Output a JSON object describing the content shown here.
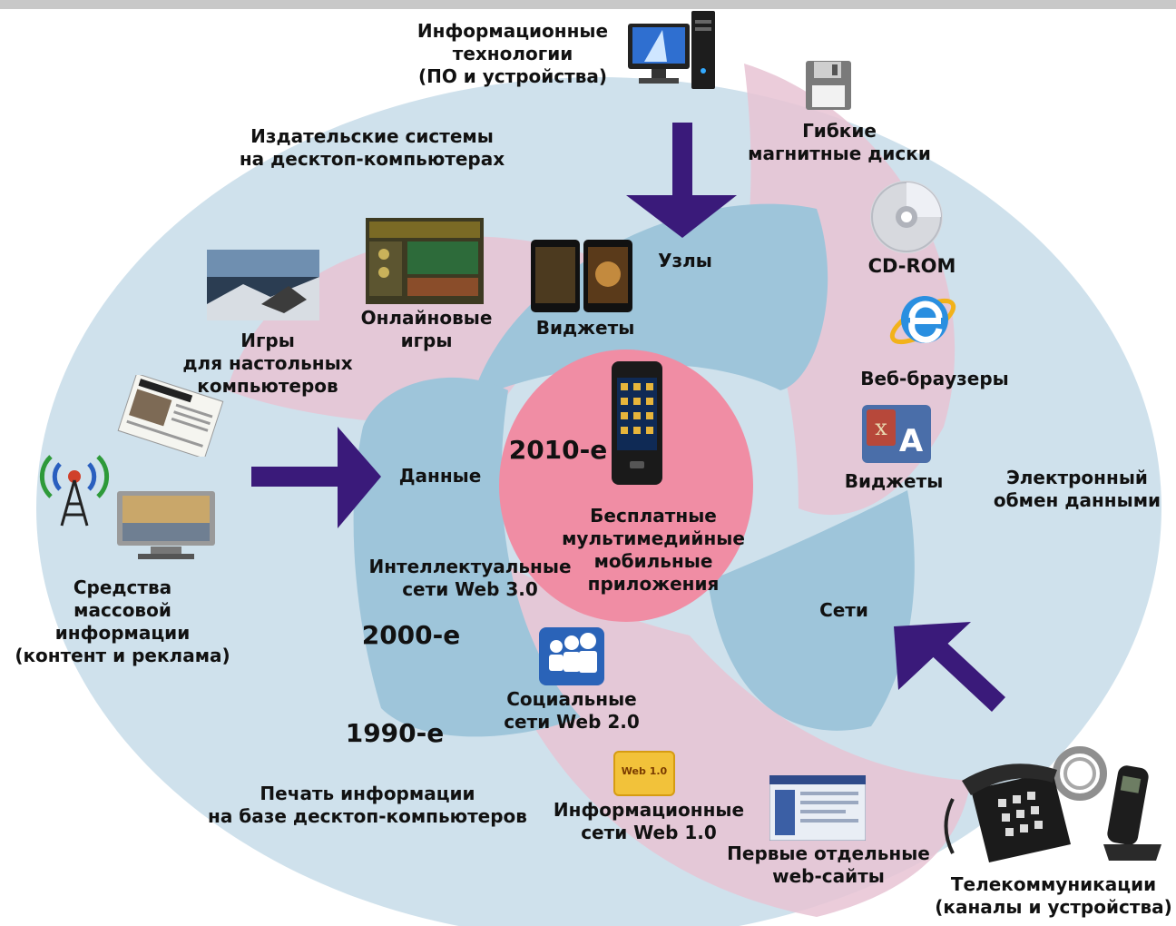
{
  "colors": {
    "outer_circle": "#cfe1ec",
    "blue_petal": "#9ec5da",
    "pink_petal": "#e7c3d3",
    "center": "#f08da4",
    "arrow": "#3a1a7a"
  },
  "center": {
    "decade": "2010-е",
    "lines": [
      "Бесплатные",
      "мультимедийные",
      "мобильные",
      "приложения"
    ]
  },
  "decades": {
    "d2000": "2000-е",
    "d1990": "1990-е"
  },
  "outer_sources": {
    "it": [
      "Информационные",
      "технологии",
      "(ПО и устройства)"
    ],
    "media": [
      "Средства",
      "массовой",
      "информации",
      "(контент и реклама)"
    ],
    "telecom": [
      "Телекоммуникации",
      "(каналы и устройства)"
    ]
  },
  "labels": {
    "desktop_publishing": [
      "Издательские системы",
      "на десктоп-компьютерах"
    ],
    "floppy": [
      "Гибкие",
      "магнитные диски"
    ],
    "cdrom": "CD-ROM",
    "browsers": "Веб-браузеры",
    "widgets_right": "Виджеты",
    "edi": [
      "Электронный",
      "обмен данными"
    ],
    "nodes": "Узлы",
    "widgets_top": "Виджеты",
    "online_games": [
      "Онлайновые",
      "игры"
    ],
    "desktop_games": [
      "Игры",
      "для настольных",
      "компьютеров"
    ],
    "data": "Данные",
    "web30": [
      "Интеллектуальные",
      "сети Web 3.0"
    ],
    "networks": "Сети",
    "web20": [
      "Социальные",
      "сети Web 2.0"
    ],
    "print": [
      "Печать информации",
      "на базе десктоп-компьютеров"
    ],
    "web10": [
      "Информационные",
      "сети Web 1.0"
    ],
    "first_sites": [
      "Первые отдельные",
      "web-сайты"
    ],
    "web10_badge": "Web 1.0"
  },
  "icons": [
    "desktop-computer-icon",
    "floppy-disk-icon",
    "cd-rom-icon",
    "ie-browser-icon",
    "widget-app-icon",
    "game-screenshot-icon",
    "online-game-icon",
    "smartphone-widgets-icon",
    "newspaper-icon",
    "radio-tower-icon",
    "tv-monitor-icon",
    "mobile-phone-icon",
    "myspace-icon",
    "web10-badge-icon",
    "website-screenshot-icon",
    "telephone-icon",
    "cordless-phone-icon"
  ]
}
